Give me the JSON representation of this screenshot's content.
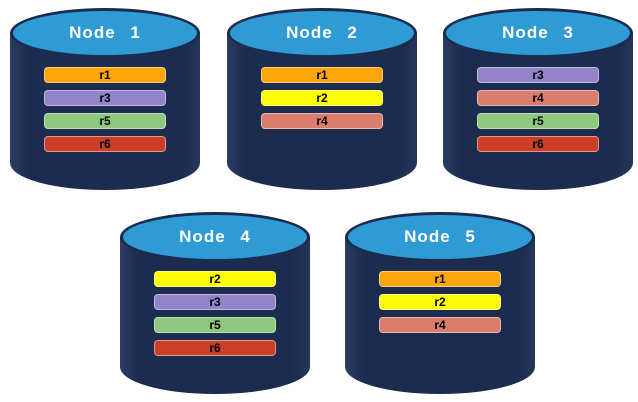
{
  "page": {
    "background": "#ffffff"
  },
  "colors": {
    "cylinder_body": "#1c2c4f",
    "cylinder_top": "#2f9bd5",
    "title_text": "#ffffff",
    "bar_text": "#000000",
    "replica_palette": {
      "r1": "#fda50c",
      "r2": "#fdff00",
      "r3": "#9184c8",
      "r4": "#d97e6d",
      "r5": "#8dc87e",
      "r6": "#cb3f28"
    }
  },
  "nodes": [
    {
      "label": "Node 1",
      "replicas": [
        {
          "label": "r1",
          "color": "#fda50c"
        },
        {
          "label": "r3",
          "color": "#9184c8"
        },
        {
          "label": "r5",
          "color": "#8dc87e"
        },
        {
          "label": "r6",
          "color": "#cb3f28"
        }
      ]
    },
    {
      "label": "Node 2",
      "replicas": [
        {
          "label": "r1",
          "color": "#fda50c"
        },
        {
          "label": "r2",
          "color": "#fdff00"
        },
        {
          "label": "r4",
          "color": "#d97e6d"
        }
      ]
    },
    {
      "label": "Node 3",
      "replicas": [
        {
          "label": "r3",
          "color": "#9184c8"
        },
        {
          "label": "r4",
          "color": "#d97e6d"
        },
        {
          "label": "r5",
          "color": "#8dc87e"
        },
        {
          "label": "r6",
          "color": "#cb3f28"
        }
      ]
    },
    {
      "label": "Node 4",
      "replicas": [
        {
          "label": "r2",
          "color": "#fdff00"
        },
        {
          "label": "r3",
          "color": "#9184c8"
        },
        {
          "label": "r5",
          "color": "#8dc87e"
        },
        {
          "label": "r6",
          "color": "#cb3f28"
        }
      ]
    },
    {
      "label": "Node 5",
      "replicas": [
        {
          "label": "r1",
          "color": "#fda50c"
        },
        {
          "label": "r2",
          "color": "#fdff00"
        },
        {
          "label": "r4",
          "color": "#d97e6d"
        }
      ]
    }
  ]
}
